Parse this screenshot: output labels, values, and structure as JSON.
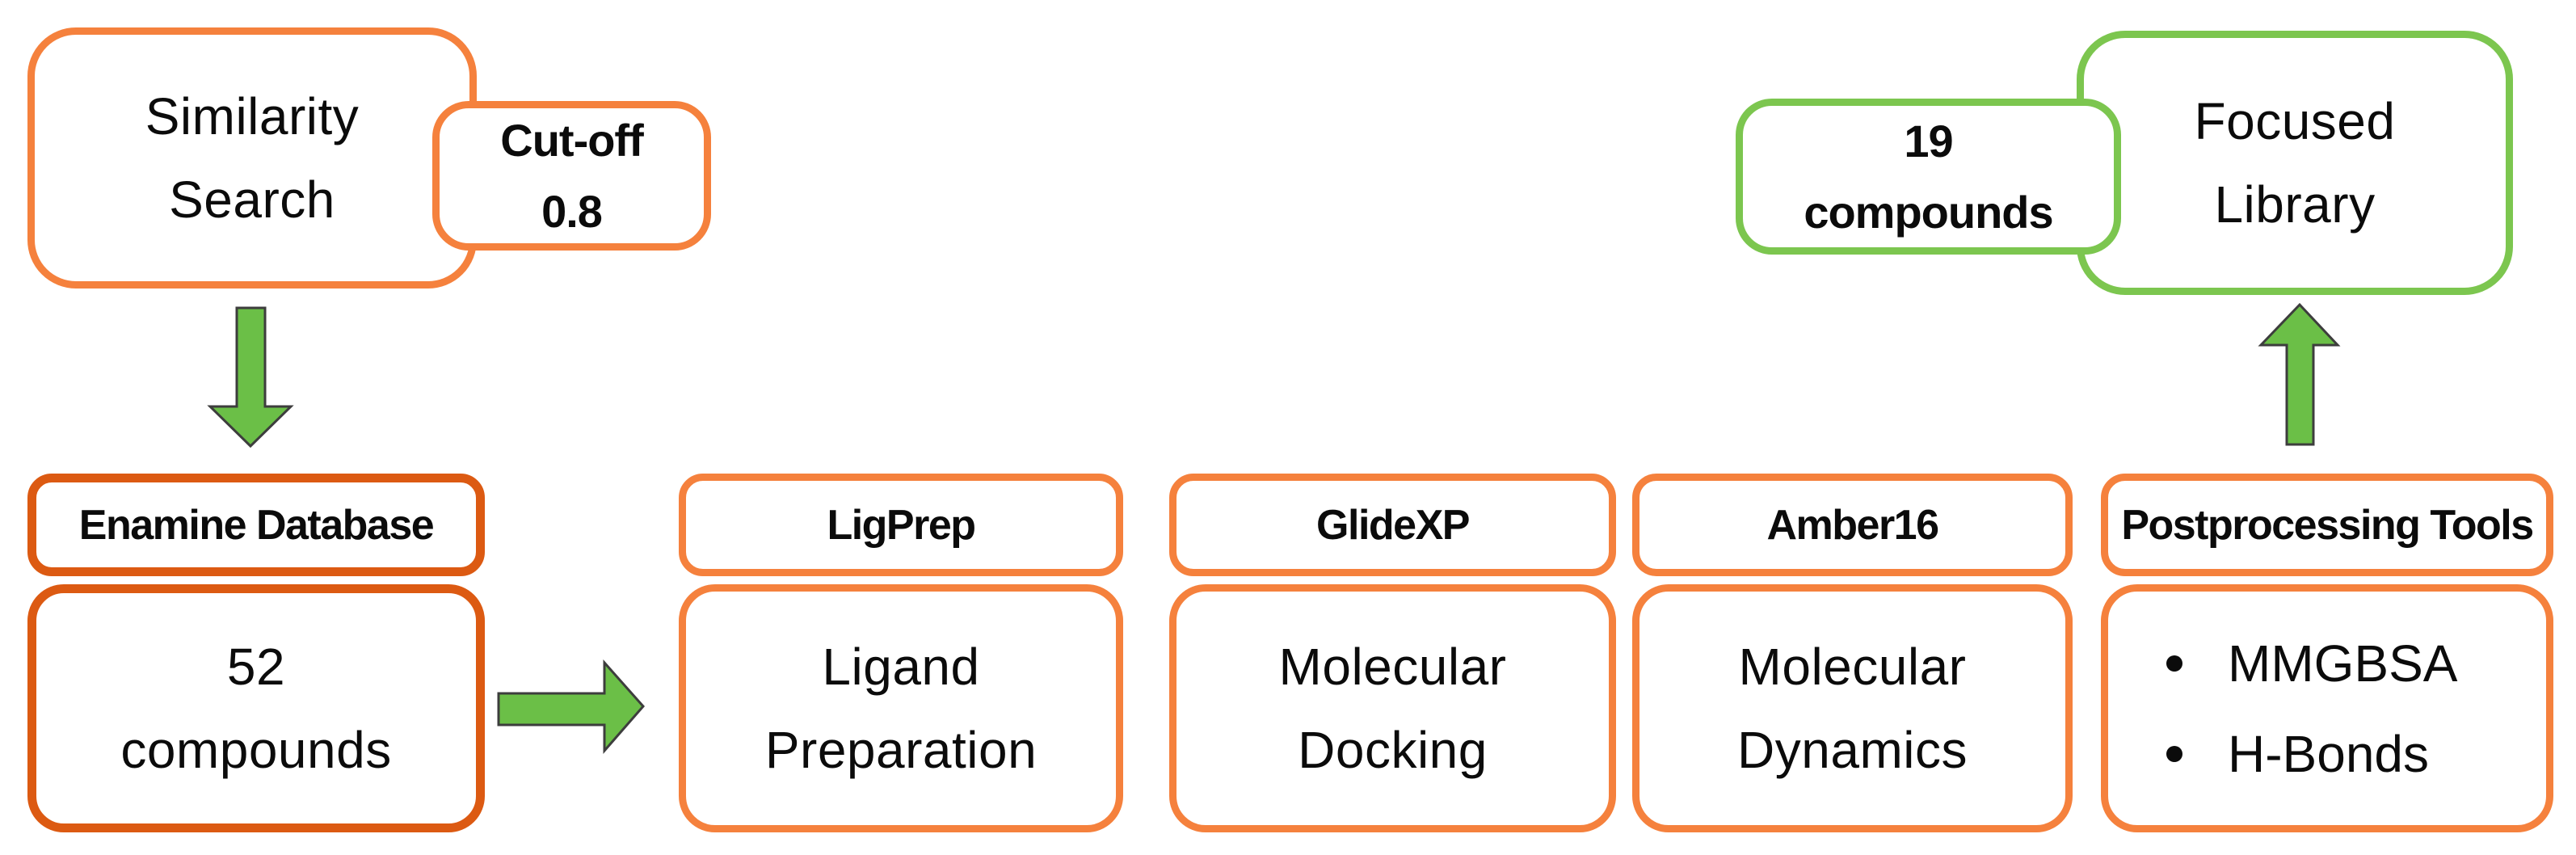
{
  "colors": {
    "orange": "#F5813D",
    "dark_orange": "#DC5A12",
    "green": "#7CC64F",
    "arrow_green": "#6BBF47",
    "arrow_outline": "#3D3D3D",
    "text": "#0B0B0B"
  },
  "similarity": {
    "line1": "Similarity",
    "line2": "Search"
  },
  "cutoff": {
    "line1": "Cut-off",
    "line2": "0.8"
  },
  "result": {
    "line1": "19",
    "line2": "compounds"
  },
  "library": {
    "line1": "Focused",
    "line2": "Library"
  },
  "columns": [
    {
      "label": "Enamine Database",
      "line1": "52",
      "line2": "compounds"
    },
    {
      "label": "LigPrep",
      "line1": "Ligand",
      "line2": "Preparation"
    },
    {
      "label": "GlideXP",
      "line1": "Molecular",
      "line2": "Docking"
    },
    {
      "label": "Amber16",
      "line1": "Molecular",
      "line2": "Dynamics"
    },
    {
      "label": "Postprocessing Tools",
      "bullets": [
        "MMGBSA",
        "H-Bonds"
      ]
    }
  ]
}
